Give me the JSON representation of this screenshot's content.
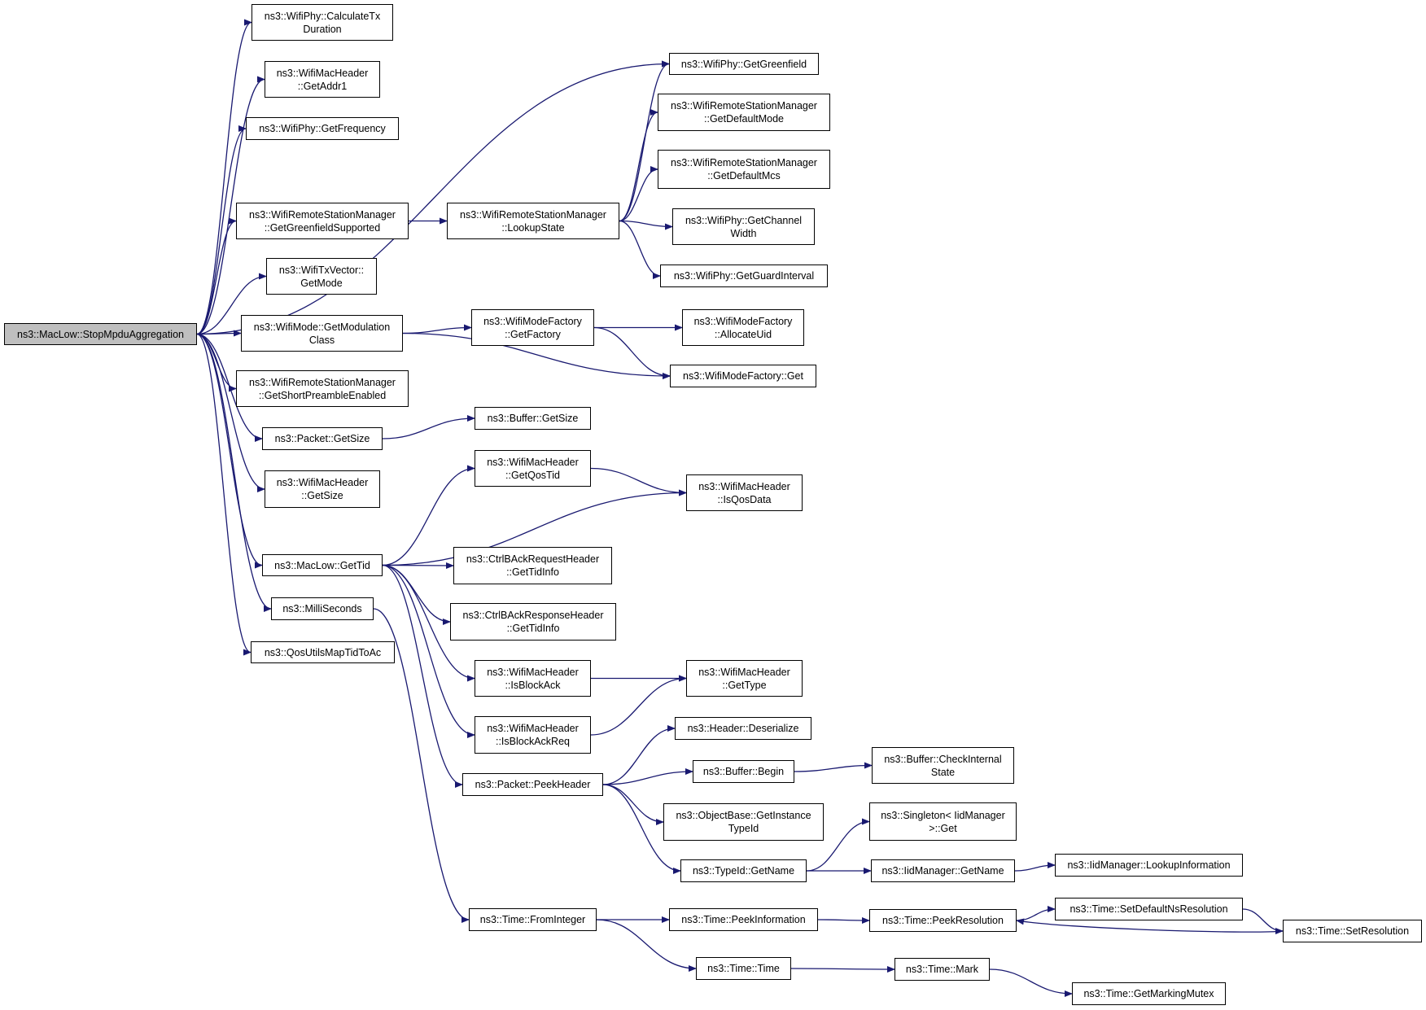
{
  "colors": {
    "edge": "#191970",
    "root_fill": "#bfbfbf",
    "node_fill": "#ffffff",
    "border": "#000000"
  },
  "nodes": {
    "stopmpdu": {
      "lines": [
        "ns3::MacLow::StopMpduAggregation"
      ]
    },
    "calctx": {
      "lines": [
        "ns3::WifiPhy::CalculateTx",
        "Duration"
      ]
    },
    "getaddr1": {
      "lines": [
        "ns3::WifiMacHeader",
        "::GetAddr1"
      ]
    },
    "getfreq": {
      "lines": [
        "ns3::WifiPhy::GetFrequency"
      ]
    },
    "getgreenfield": {
      "lines": [
        "ns3::WifiPhy::GetGreenfield"
      ]
    },
    "getdefmode": {
      "lines": [
        "ns3::WifiRemoteStationManager",
        "::GetDefaultMode"
      ]
    },
    "getdefmcs": {
      "lines": [
        "ns3::WifiRemoteStationManager",
        "::GetDefaultMcs"
      ]
    },
    "getgfsupported": {
      "lines": [
        "ns3::WifiRemoteStationManager",
        "::GetGreenfieldSupported"
      ]
    },
    "lookupstate": {
      "lines": [
        "ns3::WifiRemoteStationManager",
        "::LookupState"
      ]
    },
    "getchwidth": {
      "lines": [
        "ns3::WifiPhy::GetChannel",
        "Width"
      ]
    },
    "getguard": {
      "lines": [
        "ns3::WifiPhy::GetGuardInterval"
      ]
    },
    "txvecmode": {
      "lines": [
        "ns3::WifiTxVector::",
        "GetMode"
      ]
    },
    "getmodclass": {
      "lines": [
        "ns3::WifiMode::GetModulation",
        "Class"
      ]
    },
    "getfactory": {
      "lines": [
        "ns3::WifiModeFactory",
        "::GetFactory"
      ]
    },
    "allocuid": {
      "lines": [
        "ns3::WifiModeFactory",
        "::AllocateUid"
      ]
    },
    "wmfget": {
      "lines": [
        "ns3::WifiModeFactory::Get"
      ]
    },
    "getshortpre": {
      "lines": [
        "ns3::WifiRemoteStationManager",
        "::GetShortPreambleEnabled"
      ]
    },
    "pktgetsize": {
      "lines": [
        "ns3::Packet::GetSize"
      ]
    },
    "bufgetsize": {
      "lines": [
        "ns3::Buffer::GetSize"
      ]
    },
    "hdrgetsize": {
      "lines": [
        "ns3::WifiMacHeader",
        "::GetSize"
      ]
    },
    "getqostid": {
      "lines": [
        "ns3::WifiMacHeader",
        "::GetQosTid"
      ]
    },
    "isqosdata": {
      "lines": [
        "ns3::WifiMacHeader",
        "::IsQosData"
      ]
    },
    "gettid": {
      "lines": [
        "ns3::MacLow::GetTid"
      ]
    },
    "barreqtid": {
      "lines": [
        "ns3::CtrlBAckRequestHeader",
        "::GetTidInfo"
      ]
    },
    "barresptid": {
      "lines": [
        "ns3::CtrlBAckResponseHeader",
        "::GetTidInfo"
      ]
    },
    "milli": {
      "lines": [
        "ns3::MilliSeconds"
      ]
    },
    "qosmap": {
      "lines": [
        "ns3::QosUtilsMapTidToAc"
      ]
    },
    "isblockack": {
      "lines": [
        "ns3::WifiMacHeader",
        "::IsBlockAck"
      ]
    },
    "gettype": {
      "lines": [
        "ns3::WifiMacHeader",
        "::GetType"
      ]
    },
    "isblockackreq": {
      "lines": [
        "ns3::WifiMacHeader",
        "::IsBlockAckReq"
      ]
    },
    "deserialize": {
      "lines": [
        "ns3::Header::Deserialize"
      ]
    },
    "peekheader": {
      "lines": [
        "ns3::Packet::PeekHeader"
      ]
    },
    "bufbegin": {
      "lines": [
        "ns3::Buffer::Begin"
      ]
    },
    "checkinternal": {
      "lines": [
        "ns3::Buffer::CheckInternal",
        "State"
      ]
    },
    "getinsttid": {
      "lines": [
        "ns3::ObjectBase::GetInstance",
        "TypeId"
      ]
    },
    "singletonget": {
      "lines": [
        "ns3::Singleton< IidManager",
        ">::Get"
      ]
    },
    "typeidgetname": {
      "lines": [
        "ns3::TypeId::GetName"
      ]
    },
    "iidgetname": {
      "lines": [
        "ns3::IidManager::GetName"
      ]
    },
    "lookupinfo": {
      "lines": [
        "ns3::IidManager::LookupInformation"
      ]
    },
    "frominteger": {
      "lines": [
        "ns3::Time::FromInteger"
      ]
    },
    "peekinfo": {
      "lines": [
        "ns3::Time::PeekInformation"
      ]
    },
    "peekres": {
      "lines": [
        "ns3::Time::PeekResolution"
      ]
    },
    "setdefns": {
      "lines": [
        "ns3::Time::SetDefaultNsResolution"
      ]
    },
    "setres": {
      "lines": [
        "ns3::Time::SetResolution"
      ]
    },
    "timetime": {
      "lines": [
        "ns3::Time::Time"
      ]
    },
    "timemark": {
      "lines": [
        "ns3::Time::Mark"
      ]
    },
    "markingmutex": {
      "lines": [
        "ns3::Time::GetMarkingMutex"
      ]
    }
  },
  "edges": [
    [
      "stopmpdu",
      "calctx"
    ],
    [
      "stopmpdu",
      "getaddr1"
    ],
    [
      "stopmpdu",
      "getfreq"
    ],
    [
      "stopmpdu",
      "getgreenfield"
    ],
    [
      "stopmpdu",
      "getgfsupported"
    ],
    [
      "stopmpdu",
      "txvecmode"
    ],
    [
      "stopmpdu",
      "getmodclass"
    ],
    [
      "stopmpdu",
      "getshortpre"
    ],
    [
      "stopmpdu",
      "pktgetsize"
    ],
    [
      "stopmpdu",
      "hdrgetsize"
    ],
    [
      "stopmpdu",
      "gettid"
    ],
    [
      "stopmpdu",
      "milli"
    ],
    [
      "stopmpdu",
      "qosmap"
    ],
    [
      "getgfsupported",
      "lookupstate"
    ],
    [
      "lookupstate",
      "getgreenfield"
    ],
    [
      "lookupstate",
      "getdefmode"
    ],
    [
      "lookupstate",
      "getdefmcs"
    ],
    [
      "lookupstate",
      "getchwidth"
    ],
    [
      "lookupstate",
      "getguard"
    ],
    [
      "getmodclass",
      "getfactory"
    ],
    [
      "getmodclass",
      "wmfget"
    ],
    [
      "getfactory",
      "allocuid"
    ],
    [
      "getfactory",
      "wmfget"
    ],
    [
      "pktgetsize",
      "bufgetsize"
    ],
    [
      "gettid",
      "getqostid"
    ],
    [
      "gettid",
      "isqosdata"
    ],
    [
      "gettid",
      "barreqtid"
    ],
    [
      "gettid",
      "barresptid"
    ],
    [
      "gettid",
      "isblockack"
    ],
    [
      "gettid",
      "isblockackreq"
    ],
    [
      "gettid",
      "peekheader"
    ],
    [
      "getqostid",
      "isqosdata"
    ],
    [
      "isblockack",
      "gettype"
    ],
    [
      "isblockackreq",
      "gettype"
    ],
    [
      "milli",
      "frominteger"
    ],
    [
      "peekheader",
      "deserialize"
    ],
    [
      "peekheader",
      "bufbegin"
    ],
    [
      "peekheader",
      "getinsttid"
    ],
    [
      "peekheader",
      "typeidgetname"
    ],
    [
      "bufbegin",
      "checkinternal"
    ],
    [
      "typeidgetname",
      "singletonget"
    ],
    [
      "typeidgetname",
      "iidgetname"
    ],
    [
      "iidgetname",
      "lookupinfo"
    ],
    [
      "frominteger",
      "peekinfo"
    ],
    [
      "frominteger",
      "timetime"
    ],
    [
      "peekinfo",
      "peekres"
    ],
    [
      "peekres",
      "setdefns"
    ],
    [
      "setdefns",
      "setres"
    ],
    [
      "setres",
      "peekres"
    ],
    [
      "timetime",
      "timemark"
    ],
    [
      "timemark",
      "markingmutex"
    ]
  ]
}
